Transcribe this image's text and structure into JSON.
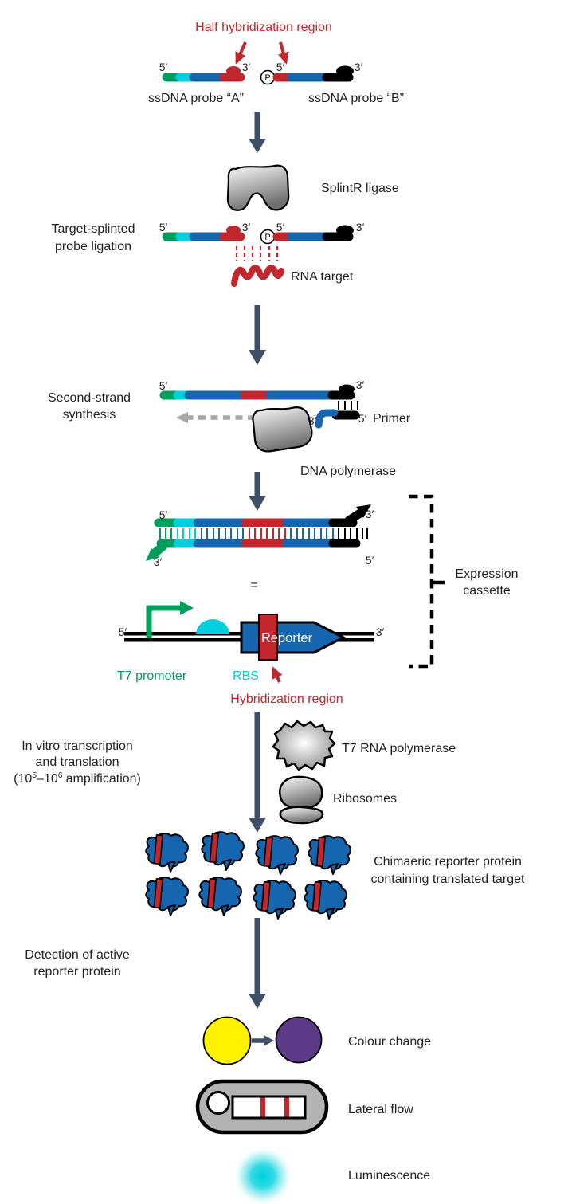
{
  "colors": {
    "red": "#C1272D",
    "green": "#009E5C",
    "cyan": "#00CFDD",
    "blue": "#1565AF",
    "slate": "#3F5066",
    "yellow": "#FFF200",
    "purple": "#5C3A87",
    "device_gray": "#B3B3B3"
  },
  "shared": {
    "five_prime": "5′",
    "three_prime": "3′",
    "phosphate": "P",
    "equals": "="
  },
  "step1": {
    "title": "Half hybridization region",
    "probe_a_label": "ssDNA probe “A”",
    "probe_b_label": "ssDNA probe “B”"
  },
  "step2": {
    "side_label_1": "Target-splinted",
    "side_label_2": "probe ligation",
    "enzyme_label": "SplintR ligase",
    "rna_label": "RNA target"
  },
  "step3": {
    "side_label_1": "Second-strand",
    "side_label_2": "synthesis",
    "primer_label": "Primer",
    "enzyme_label": "DNA polymerase"
  },
  "step4": {
    "bracket_label_1": "Expression",
    "bracket_label_2": "cassette"
  },
  "step5": {
    "promoter_label": "T7 promoter",
    "rbs_label": "RBS",
    "reporter_label": "Reporter",
    "hybridization_label": "Hybridization region"
  },
  "step6": {
    "side_label_1": "In vitro transcription",
    "side_label_2": "and translation",
    "amp_pre": "(10",
    "amp_sup1": "5",
    "amp_mid": "–10",
    "amp_sup2": "6",
    "amp_post": "amplification)",
    "polymerase_label": "T7 RNA polymerase",
    "ribosomes_label": "Ribosomes",
    "protein_label_1": "Chimaeric reporter protein",
    "protein_label_2": "containing translated target"
  },
  "step7": {
    "side_label_1": "Detection of active",
    "side_label_2": "reporter protein",
    "colour_change_label": "Colour change",
    "lateral_flow_label": "Lateral flow",
    "luminescence_label": "Luminescence"
  }
}
